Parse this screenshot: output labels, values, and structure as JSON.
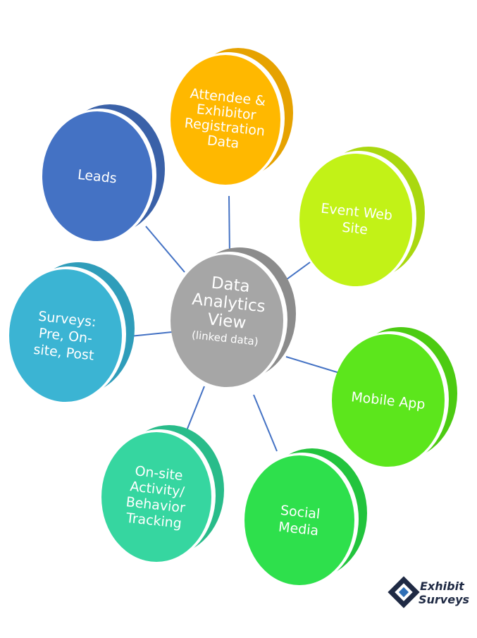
{
  "center": {
    "lines": [
      "Data",
      "Analytics",
      "View"
    ],
    "subtitle": "(linked data)",
    "color": "#a6a6a6",
    "shadow": "#8c8c8c"
  },
  "nodes": [
    {
      "id": "leads",
      "lines": [
        "Leads"
      ],
      "color": "#4472c4",
      "shadow": "#3a61a8"
    },
    {
      "id": "registration",
      "lines": [
        "Attendee &",
        "Exhibitor",
        "Registration",
        "Data"
      ],
      "color": "#ffb800",
      "shadow": "#e6a200"
    },
    {
      "id": "event-web-site",
      "lines": [
        "Event Web",
        "Site"
      ],
      "color": "#c2f217",
      "shadow": "#aad80f"
    },
    {
      "id": "mobile-app",
      "lines": [
        "Mobile App"
      ],
      "color": "#5ce61c",
      "shadow": "#4ccb12"
    },
    {
      "id": "social-media",
      "lines": [
        "Social",
        "Media"
      ],
      "color": "#2ee04c",
      "shadow": "#22c43d"
    },
    {
      "id": "onsite-tracking",
      "lines": [
        "On-site",
        "Activity/",
        "Behavior",
        "Tracking"
      ],
      "color": "#36d6a0",
      "shadow": "#29bc8a"
    },
    {
      "id": "surveys",
      "lines": [
        "Surveys:",
        "Pre, On-",
        "site, Post"
      ],
      "color": "#3bb4d3",
      "shadow": "#2f9dba"
    }
  ],
  "connector_color": "#4472c4",
  "logo": {
    "lines": [
      "Exhibit",
      "Surveys"
    ],
    "color": "#1f2a44",
    "accent": "#2f6fb6"
  }
}
